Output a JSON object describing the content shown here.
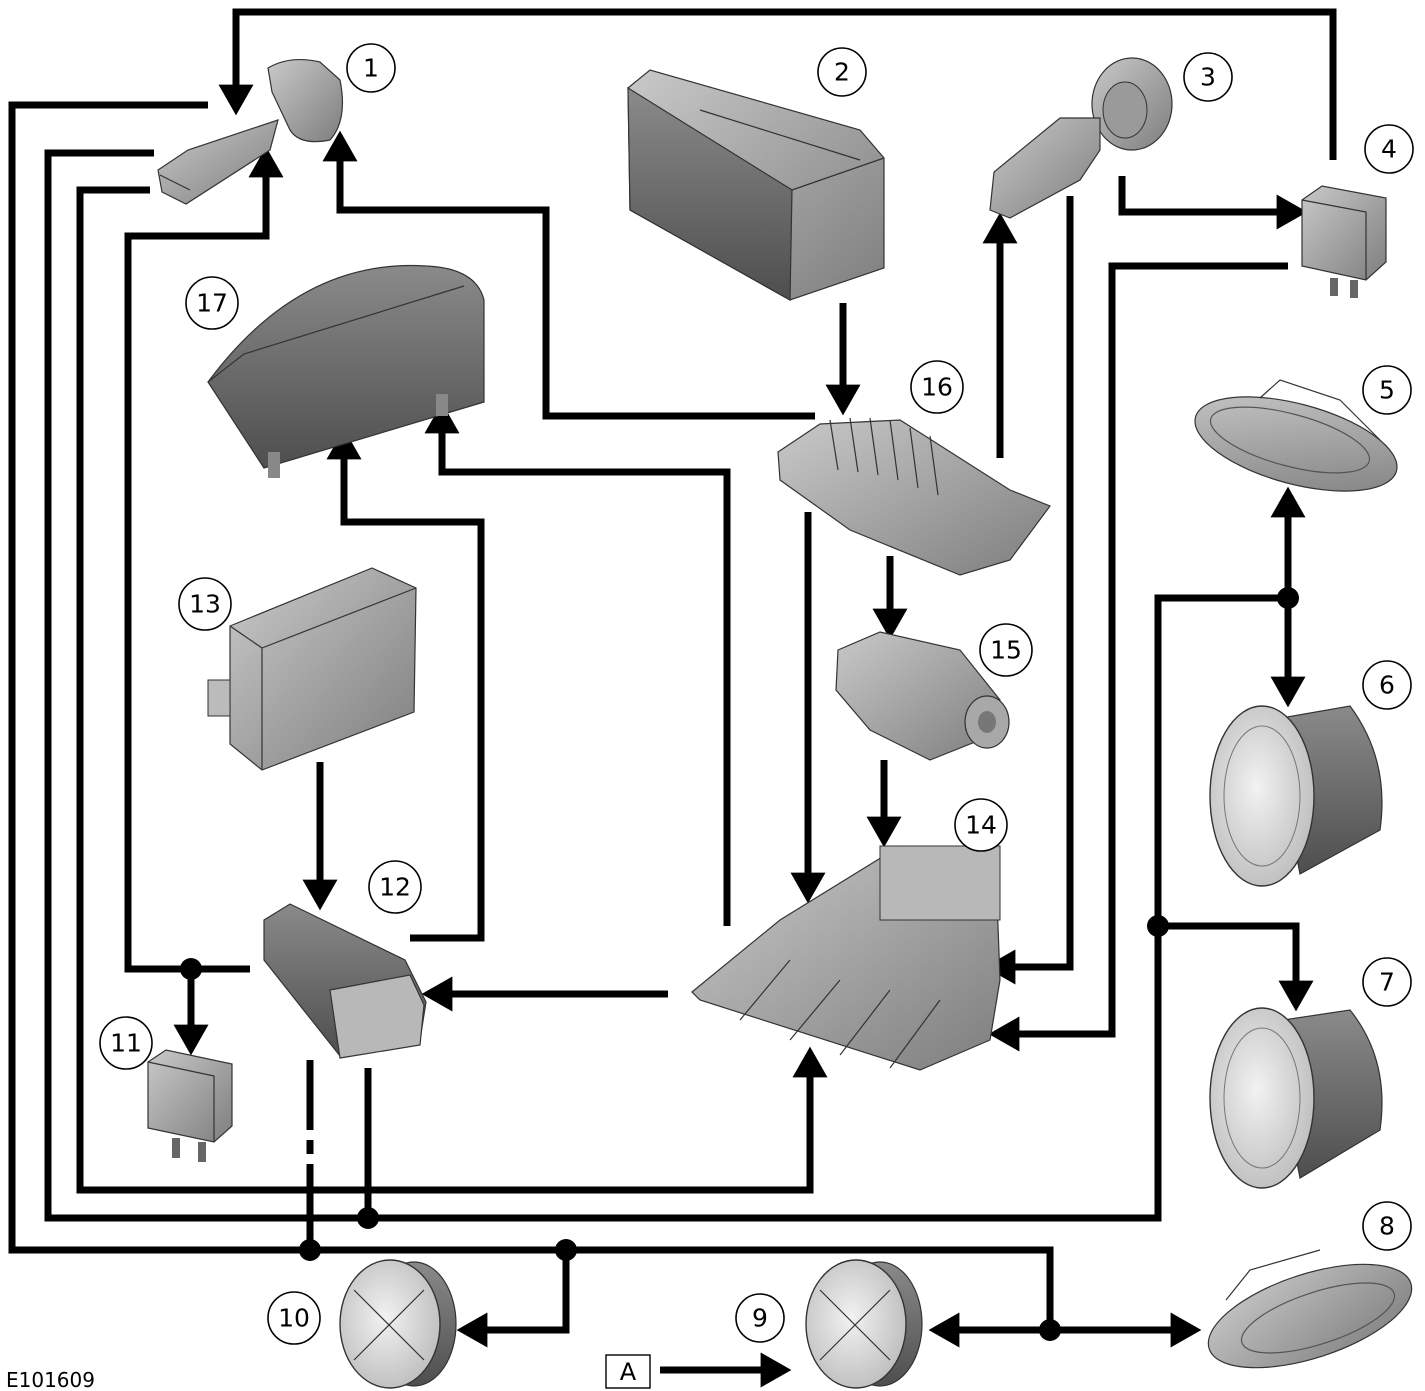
{
  "figure_id": "E101609",
  "connector_label": "A",
  "components": [
    {
      "num": "1",
      "icon": "light-switch-stalk-icon"
    },
    {
      "num": "2",
      "icon": "battery-icon"
    },
    {
      "num": "3",
      "icon": "headlamp-switch-icon"
    },
    {
      "num": "4",
      "icon": "relay-icon"
    },
    {
      "num": "5",
      "icon": "side-repeater-lamp-icon"
    },
    {
      "num": "6",
      "icon": "front-fog-lamp-icon"
    },
    {
      "num": "7",
      "icon": "front-fog-lamp-icon"
    },
    {
      "num": "8",
      "icon": "side-repeater-lamp-icon"
    },
    {
      "num": "9",
      "icon": "rear-fog-lamp-icon"
    },
    {
      "num": "10",
      "icon": "rear-fog-lamp-icon"
    },
    {
      "num": "11",
      "icon": "relay-icon"
    },
    {
      "num": "12",
      "icon": "hazard-switch-icon"
    },
    {
      "num": "13",
      "icon": "control-module-icon"
    },
    {
      "num": "14",
      "icon": "central-junction-box-icon"
    },
    {
      "num": "15",
      "icon": "ignition-switch-icon"
    },
    {
      "num": "16",
      "icon": "battery-junction-box-icon"
    },
    {
      "num": "17",
      "icon": "instrument-cluster-icon"
    }
  ]
}
